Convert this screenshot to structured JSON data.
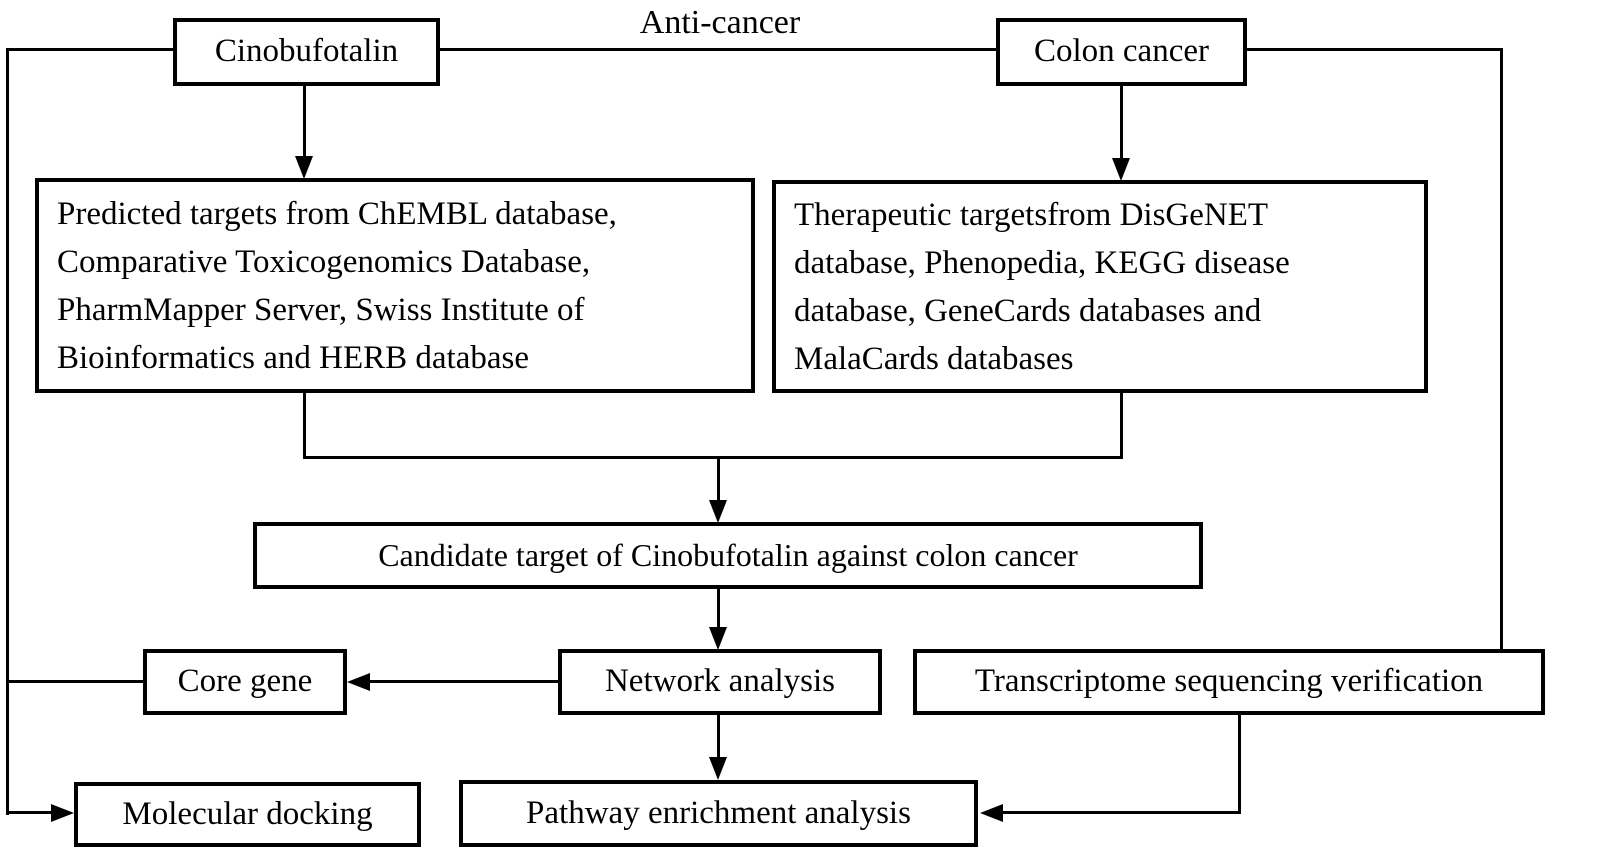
{
  "title_annotation": "Anti-cancer",
  "nodes": {
    "cinobufotalin": {
      "label": "Cinobufotalin"
    },
    "colon_cancer": {
      "label": "Colon cancer"
    },
    "predicted_targets": {
      "lines": [
        "Predicted targets from ChEMBL database,",
        "Comparative Toxicogenomics Database,",
        "PharmMapper Server, Swiss Institute of",
        "Bioinformatics and HERB database"
      ]
    },
    "therapeutic_targets": {
      "lines": [
        "Therapeutic targetsfrom DisGeNET",
        "database, Phenopedia, KEGG disease",
        "database, GeneCards databases and",
        "MalaCards databases"
      ]
    },
    "candidate_target": {
      "label": "Candidate target of Cinobufotalin against colon cancer"
    },
    "core_gene": {
      "label": "Core gene"
    },
    "network_analysis": {
      "label": "Network analysis"
    },
    "transcriptome_sequencing_verification": {
      "label": "Transcriptome sequencing verification"
    },
    "molecular_docking": {
      "label": "Molecular docking"
    },
    "pathway_enrichment": {
      "label": "Pathway enrichment analysis"
    }
  },
  "edges": [
    {
      "from": "cinobufotalin",
      "to": "predicted_targets"
    },
    {
      "from": "colon_cancer",
      "to": "therapeutic_targets"
    },
    {
      "from": "predicted_targets",
      "to": "candidate_target"
    },
    {
      "from": "therapeutic_targets",
      "to": "candidate_target"
    },
    {
      "from": "candidate_target",
      "to": "network_analysis"
    },
    {
      "from": "network_analysis",
      "to": "core_gene"
    },
    {
      "from": "network_analysis",
      "to": "pathway_enrichment"
    },
    {
      "from": "cinobufotalin",
      "to": "molecular_docking"
    },
    {
      "from": "core_gene",
      "to": "molecular_docking"
    },
    {
      "from": "colon_cancer",
      "to": "transcriptome_sequencing_verification"
    },
    {
      "from": "transcriptome_sequencing_verification",
      "to": "pathway_enrichment"
    }
  ],
  "colors": {
    "background": "#ffffff",
    "box_bg": "#ffffff",
    "box_border": "#000000",
    "line": "#000000",
    "text": "#000000"
  }
}
